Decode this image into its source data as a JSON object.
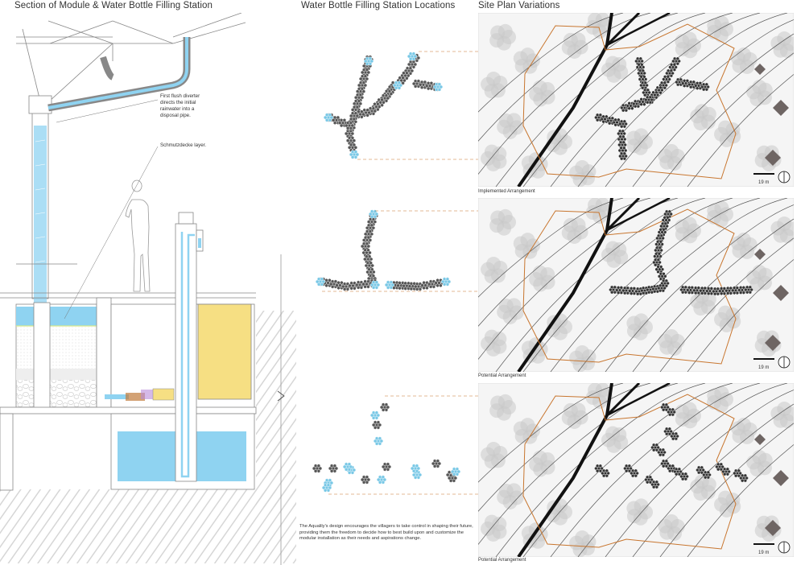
{
  "headings": {
    "section": "Section of Module & Water Bottle Filling Station",
    "locations": "Water Bottle Filling Station Locations",
    "site_plans": "Site Plan Variations"
  },
  "section_notes": {
    "diverter_line1": "First flush diverter",
    "diverter_line2": "directs the initial",
    "diverter_line3": "rainwater into a",
    "diverter_line4": "disposal pipe.",
    "schmutz": "Schmutzdecke layer."
  },
  "captions": {
    "plan1": "Implemented Arrangement",
    "plan2": "Potential Arrangement",
    "plan3": "Potential Arrangement"
  },
  "scale_label": "19 m",
  "description": "The Aqualily's design encourages the villagers to take control in shaping their future, providing them the freedom to decide how to best build upon and customize the modular installation as their needs and aspirations change.",
  "colors": {
    "water": "#8fd3f1",
    "tank_yellow": "#f6df83",
    "boundary": "#c8762f",
    "module": "#555555",
    "station": "#79c8e6",
    "tree": "#c9c9c9",
    "ground_hatch": "#d8d8d8"
  }
}
